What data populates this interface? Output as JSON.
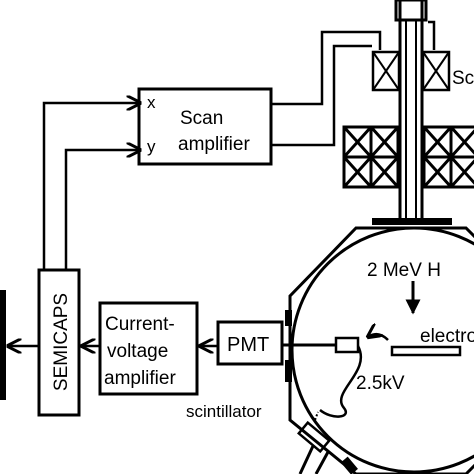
{
  "labels": {
    "x_input": "x",
    "y_input": "y",
    "scan_amplifier_line1": "Scan",
    "scan_amplifier_line2": "amplifier",
    "scan_coils": "Sc",
    "beam": "2 MeV H",
    "electrons": "electro",
    "pmt": "PMT",
    "cv_line1": "Current-",
    "cv_line2": "voltage",
    "cv_line3": "amplifier",
    "semicaps": "SEMICAPS",
    "voltage": "2.5kV",
    "scintillator": "scintillator"
  }
}
